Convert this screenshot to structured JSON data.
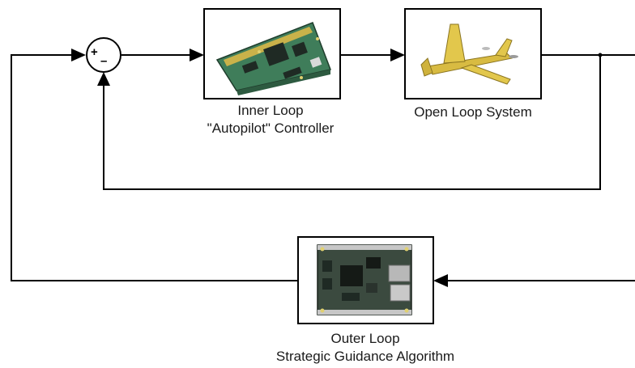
{
  "blocks": {
    "inner_loop": {
      "label_line1": "Inner Loop",
      "label_line2": "\"Autopilot\" Controller"
    },
    "open_loop": {
      "label": "Open Loop System"
    },
    "outer_loop": {
      "label_line1": "Outer Loop",
      "label_line2": "Strategic Guidance Algorithm"
    }
  },
  "summing_junction": {
    "plus": "+",
    "minus": "–"
  },
  "colors": {
    "line": "#000000",
    "board_green": "#3f7d5a",
    "board_dark": "#1f2a24",
    "aircraft": "#e2c74c"
  }
}
